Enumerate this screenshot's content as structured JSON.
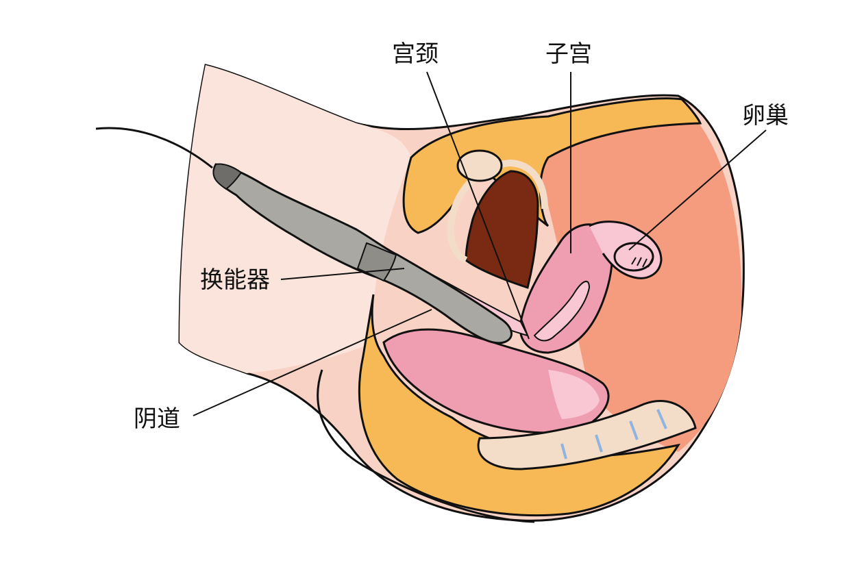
{
  "labels": {
    "cervix": "宫颈",
    "uterus": "子宫",
    "ovary": "卵巢",
    "transducer": "换能器",
    "vagina": "阴道"
  },
  "colors": {
    "skin": "#f8d2c4",
    "skin_light": "#fbe4dc",
    "fat": "#f6b955",
    "organ_pink": "#ef9db0",
    "organ_light": "#f9c7d3",
    "peritoneum": "#f59c7f",
    "bladder_dark": "#7a2a12",
    "probe_gray": "#a9a8a2",
    "outline": "#111111",
    "spine_blue": "#8fb4e0"
  }
}
